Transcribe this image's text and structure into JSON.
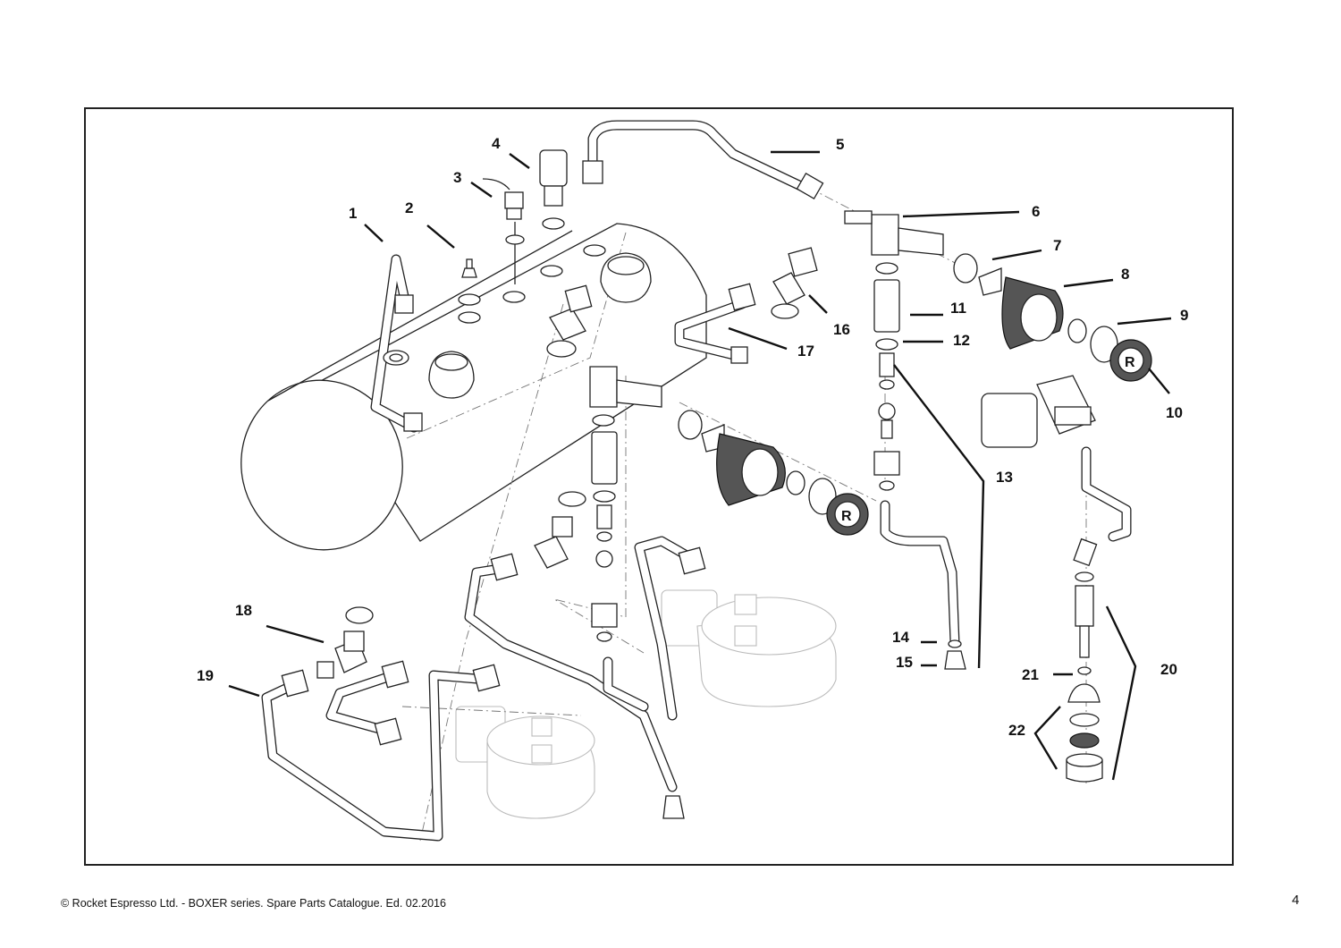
{
  "diagram": {
    "callouts": [
      "1",
      "2",
      "3",
      "4",
      "5",
      "6",
      "7",
      "8",
      "9",
      "10",
      "11",
      "12",
      "13",
      "14",
      "15",
      "16",
      "17",
      "18",
      "19",
      "20",
      "21",
      "22"
    ],
    "cap_letter": "R"
  },
  "footer": {
    "text": "© Rocket Espresso  Ltd. - BOXER series. Spare Parts Catalogue. Ed. 02.2016",
    "page_number": "4"
  }
}
